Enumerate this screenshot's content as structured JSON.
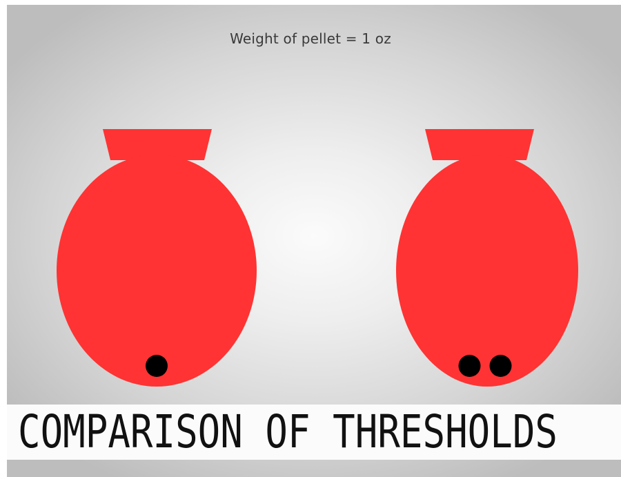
{
  "caption": "Weight of pellet = 1 oz",
  "title": "COMPARISON OF THRESHOLDS",
  "colors": {
    "vessel": "#ff3333",
    "pellet": "#000000",
    "caption_text": "#3a3a3a",
    "title_text": "#111111",
    "title_band": "#fbfbfb"
  },
  "vessels": [
    {
      "name": "left-vessel",
      "pellet_count": 1
    },
    {
      "name": "right-vessel",
      "pellet_count": 2
    }
  ]
}
